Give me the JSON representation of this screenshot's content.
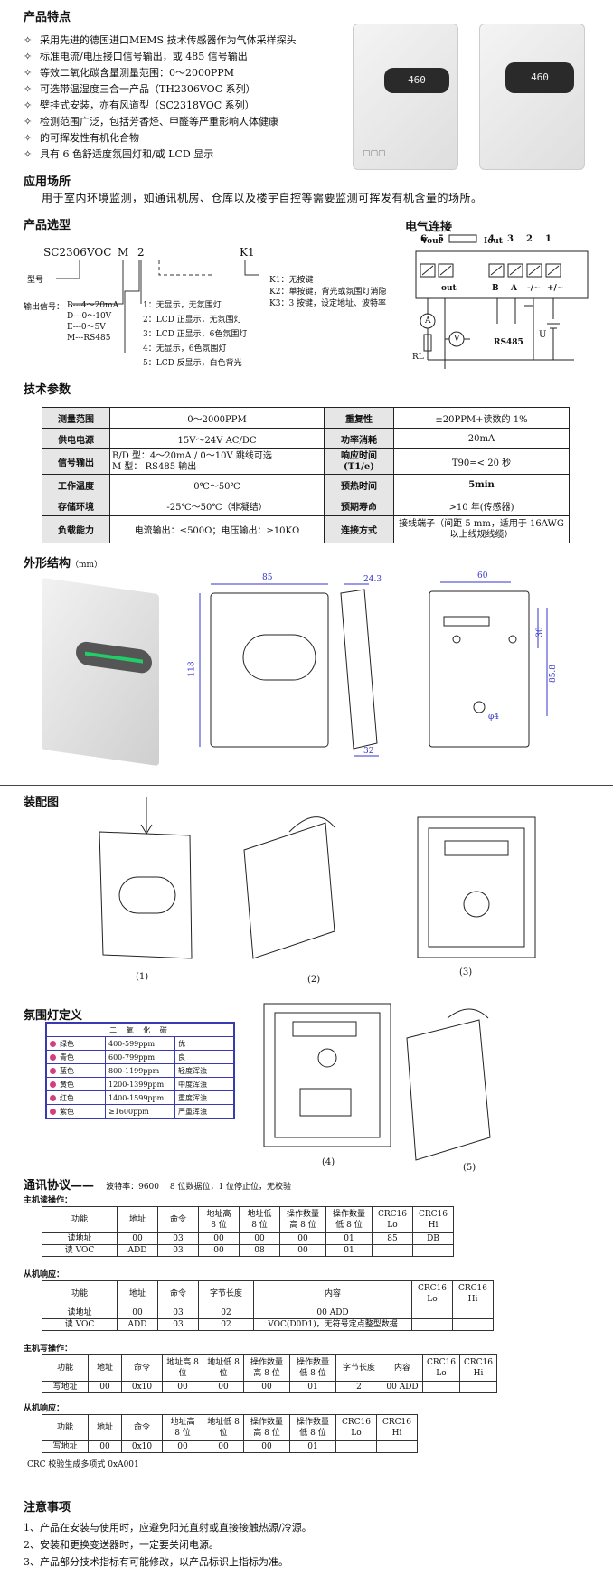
{
  "features": {
    "title": "产品特点",
    "items": [
      "采用先进的德国进口MEMS 技术传感器作为气体采样探头",
      "标准电流/电压接口信号输出，或 485 信号输出",
      "等效二氧化碳含量测量范围：0～2000PPM",
      "可选带温湿度三合一产品（TH2306VOC 系列）",
      "壁挂式安装，亦有风道型（SC2318VOC 系列）",
      "检测范围广泛，包括芳香烃、甲醛等严重影响人体健康",
      "的可挥发性有机化合物",
      "具有 6 色舒适度氛围灯和/或 LCD 显示"
    ],
    "lcd_value": "460"
  },
  "application": {
    "title": "应用场所",
    "text": "用于室内环境监测，如通讯机房、仓库以及楼宇自控等需要监测可挥发有机含量的场所。"
  },
  "selection": {
    "title": "产品选型",
    "model": "SC2306VOC",
    "m": "M",
    "two": "2",
    "k1": "K1",
    "type_label": "型号",
    "output_label": "输出信号：",
    "outputs": [
      "B---4～20mA",
      "D---0～10V",
      "E---0～5V",
      "M---RS485"
    ],
    "display_options": [
      "1：无显示，无氛围灯",
      "2：LCD 正显示，无氛围灯",
      "3：LCD 正显示，6色氛围灯",
      "4：无显示，6色氛围灯",
      "5：LCD 反显示，白色背光"
    ],
    "key_options": [
      "K1：无按键",
      "K2：单按键，背光或氛围灯消隐",
      "K3：3 按键，设定地址、波特率"
    ]
  },
  "wiring": {
    "title": "电气连接",
    "vout": "Vout",
    "iout": "Iout",
    "terminals": [
      "6",
      "5",
      "4",
      "3",
      "2",
      "1"
    ],
    "out": "out",
    "b": "B",
    "a": "A",
    "minus": "-/~",
    "plus": "+/~",
    "rs485": "RS485",
    "u": "U",
    "amp": "A",
    "volt": "V",
    "rl": "RL"
  },
  "tech": {
    "title": "技术参数",
    "rows": [
      [
        "测量范围",
        "0～2000PPM",
        "重复性",
        "±20PPM+读数的 1%"
      ],
      [
        "供电电源",
        "15V～24V AC/DC",
        "功率消耗",
        "20mA"
      ],
      [
        "信号输出",
        "B/D 型：4～20mA / 0～10V 跳线可选\nM 型： RS485 输出",
        "响应时间\n(T1/e)",
        "T90=< 20 秒"
      ],
      [
        "工作温度",
        "0℃～50℃",
        "预热时间",
        "5min"
      ],
      [
        "存储环境",
        "-25℃～50℃（非凝结）",
        "预期寿命",
        ">10 年(传感器)"
      ],
      [
        "负载能力",
        "电流输出：≤500Ω；电压输出：≥10KΩ",
        "连接方式",
        "接线端子（间距 5 mm，适用于 16AWG 以上线规线缆）"
      ]
    ]
  },
  "shape": {
    "title": "外形结构",
    "unit": "（mm）",
    "dims": {
      "w85": "85",
      "h118": "118",
      "d243": "24.3",
      "d32": "32",
      "w60": "60",
      "h30": "30",
      "h858": "85.8",
      "phi4": "φ4"
    }
  },
  "assembly": {
    "title": "装配图",
    "steps": [
      "(1)",
      "(2)",
      "(3)",
      "(4)",
      "(5)"
    ]
  },
  "ambient": {
    "title": "氛围灯定义",
    "header": "二 氧 化 碳",
    "rows": [
      [
        "绿色",
        "400-599ppm",
        "优"
      ],
      [
        "青色",
        "600-799ppm",
        "良"
      ],
      [
        "蓝色",
        "800-1199ppm",
        "轻度浑浊"
      ],
      [
        "黄色",
        "1200-1399ppm",
        "中度浑浊"
      ],
      [
        "红色",
        "1400-1599ppm",
        "重度浑浊"
      ],
      [
        "紫色",
        "≥1600ppm",
        "严重浑浊"
      ]
    ]
  },
  "protocol": {
    "title": "通讯协议——",
    "params": "波特率：9600　 8 位数据位，1 位停止位，无校验",
    "master_read": {
      "title": "主机读操作：",
      "headers": [
        "功能",
        "地址",
        "命令",
        "地址高\n8 位",
        "地址低\n8 位",
        "操作数量\n高 8 位",
        "操作数量\n低 8 位",
        "CRC16\nLo",
        "CRC16\nHi"
      ],
      "rows": [
        [
          "读地址",
          "00",
          "03",
          "00",
          "00",
          "00",
          "01",
          "85",
          "DB"
        ],
        [
          "读 VOC",
          "ADD",
          "03",
          "00",
          "08",
          "00",
          "01",
          "",
          ""
        ]
      ]
    },
    "slave_resp": {
      "title": "从机响应：",
      "headers": [
        "功能",
        "地址",
        "命令",
        "字节长度",
        "内容",
        "CRC16\nLo",
        "CRC16\nHi"
      ],
      "rows": [
        [
          "读地址",
          "00",
          "03",
          "02",
          "00 ADD",
          "",
          ""
        ],
        [
          "读 VOC",
          "ADD",
          "03",
          "02",
          "VOC(D0D1)，无符号定点整型数据",
          "",
          ""
        ]
      ]
    },
    "master_write": {
      "title": "主机写操作：",
      "headers": [
        "功能",
        "地址",
        "命令",
        "地址高 8\n位",
        "地址低 8\n位",
        "操作数量\n高 8 位",
        "操作数量\n低 8 位",
        "字节长度",
        "内容",
        "CRC16\nLo",
        "CRC16\nHi"
      ],
      "rows": [
        [
          "写地址",
          "00",
          "0x10",
          "00",
          "00",
          "00",
          "01",
          "2",
          "00 ADD",
          "",
          ""
        ]
      ]
    },
    "slave_write": {
      "title": "从机响应：",
      "headers": [
        "功能",
        "地址",
        "命令",
        "地址高\n8 位",
        "地址低 8\n位",
        "操作数量\n高 8 位",
        "操作数量\n低 8 位",
        "CRC16\nLo",
        "CRC16\nHi"
      ],
      "rows": [
        [
          "写地址",
          "00",
          "0x10",
          "00",
          "00",
          "00",
          "01",
          "",
          ""
        ]
      ]
    },
    "crc_note": "CRC 校验生成多项式 0xA001"
  },
  "notes": {
    "title": "注意事项",
    "items": [
      "1、产品在安装与使用时，应避免阳光直射或直接接触热源/冷源。",
      "2、安装和更换变送器时，一定要关闭电源。",
      "3、产品部分技术指标有可能修改，以产品标识上指标为准。"
    ]
  }
}
